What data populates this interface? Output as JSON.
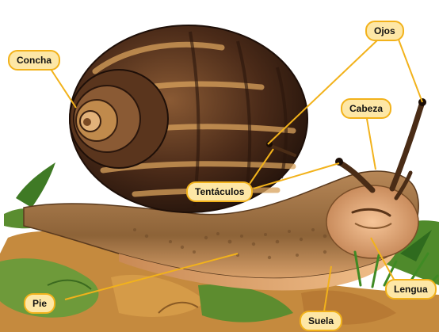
{
  "labels": {
    "concha": "Concha",
    "ojos": "Ojos",
    "cabeza": "Cabeza",
    "tentaculos": "Tentáculos",
    "pie": "Pie",
    "lengua": "Lengua",
    "suela": "Suela"
  },
  "colors": {
    "label_fill": "#fde7a6",
    "label_border": "#f2b21b",
    "leader_line": "#f2b21b",
    "shell_dark": "#3d2416",
    "shell_light": "#c08a4c",
    "body": "#a87a4a",
    "leaf_green": "#4f8a2b",
    "leaf_brown": "#c58a3e"
  }
}
